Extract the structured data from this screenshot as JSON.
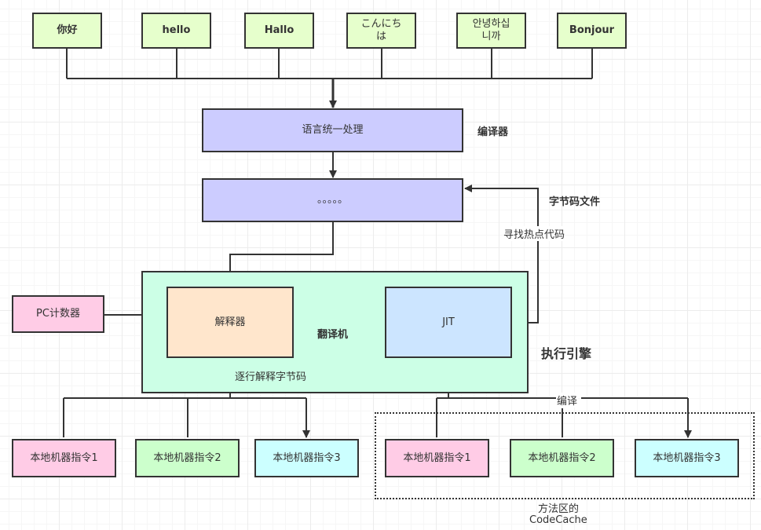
{
  "languages": [
    "你好",
    "hello",
    "Hallo",
    "こんにち\nは",
    "안녕하십\n니까",
    "Bonjour"
  ],
  "unify": {
    "label": "语言统一处理",
    "side_label": "编译器"
  },
  "bytecode": {
    "label": "。。。。。",
    "side_label": "字节码文件"
  },
  "hotspot_label": "寻找热点代码",
  "pc_counter": "PC计数器",
  "translator": {
    "label": "翻译机",
    "interpreter": "解释器",
    "jit": "JIT"
  },
  "engine_label": "执行引擎",
  "interpret_label": "逐行解释字节码",
  "compile_label": "编译",
  "native_left": [
    "本地机器指令1",
    "本地机器指令2",
    "本地机器指令3"
  ],
  "native_right": [
    "本地机器指令1",
    "本地机器指令2",
    "本地机器指令3"
  ],
  "codecache_label": [
    "方法区的",
    "CodeCache"
  ]
}
